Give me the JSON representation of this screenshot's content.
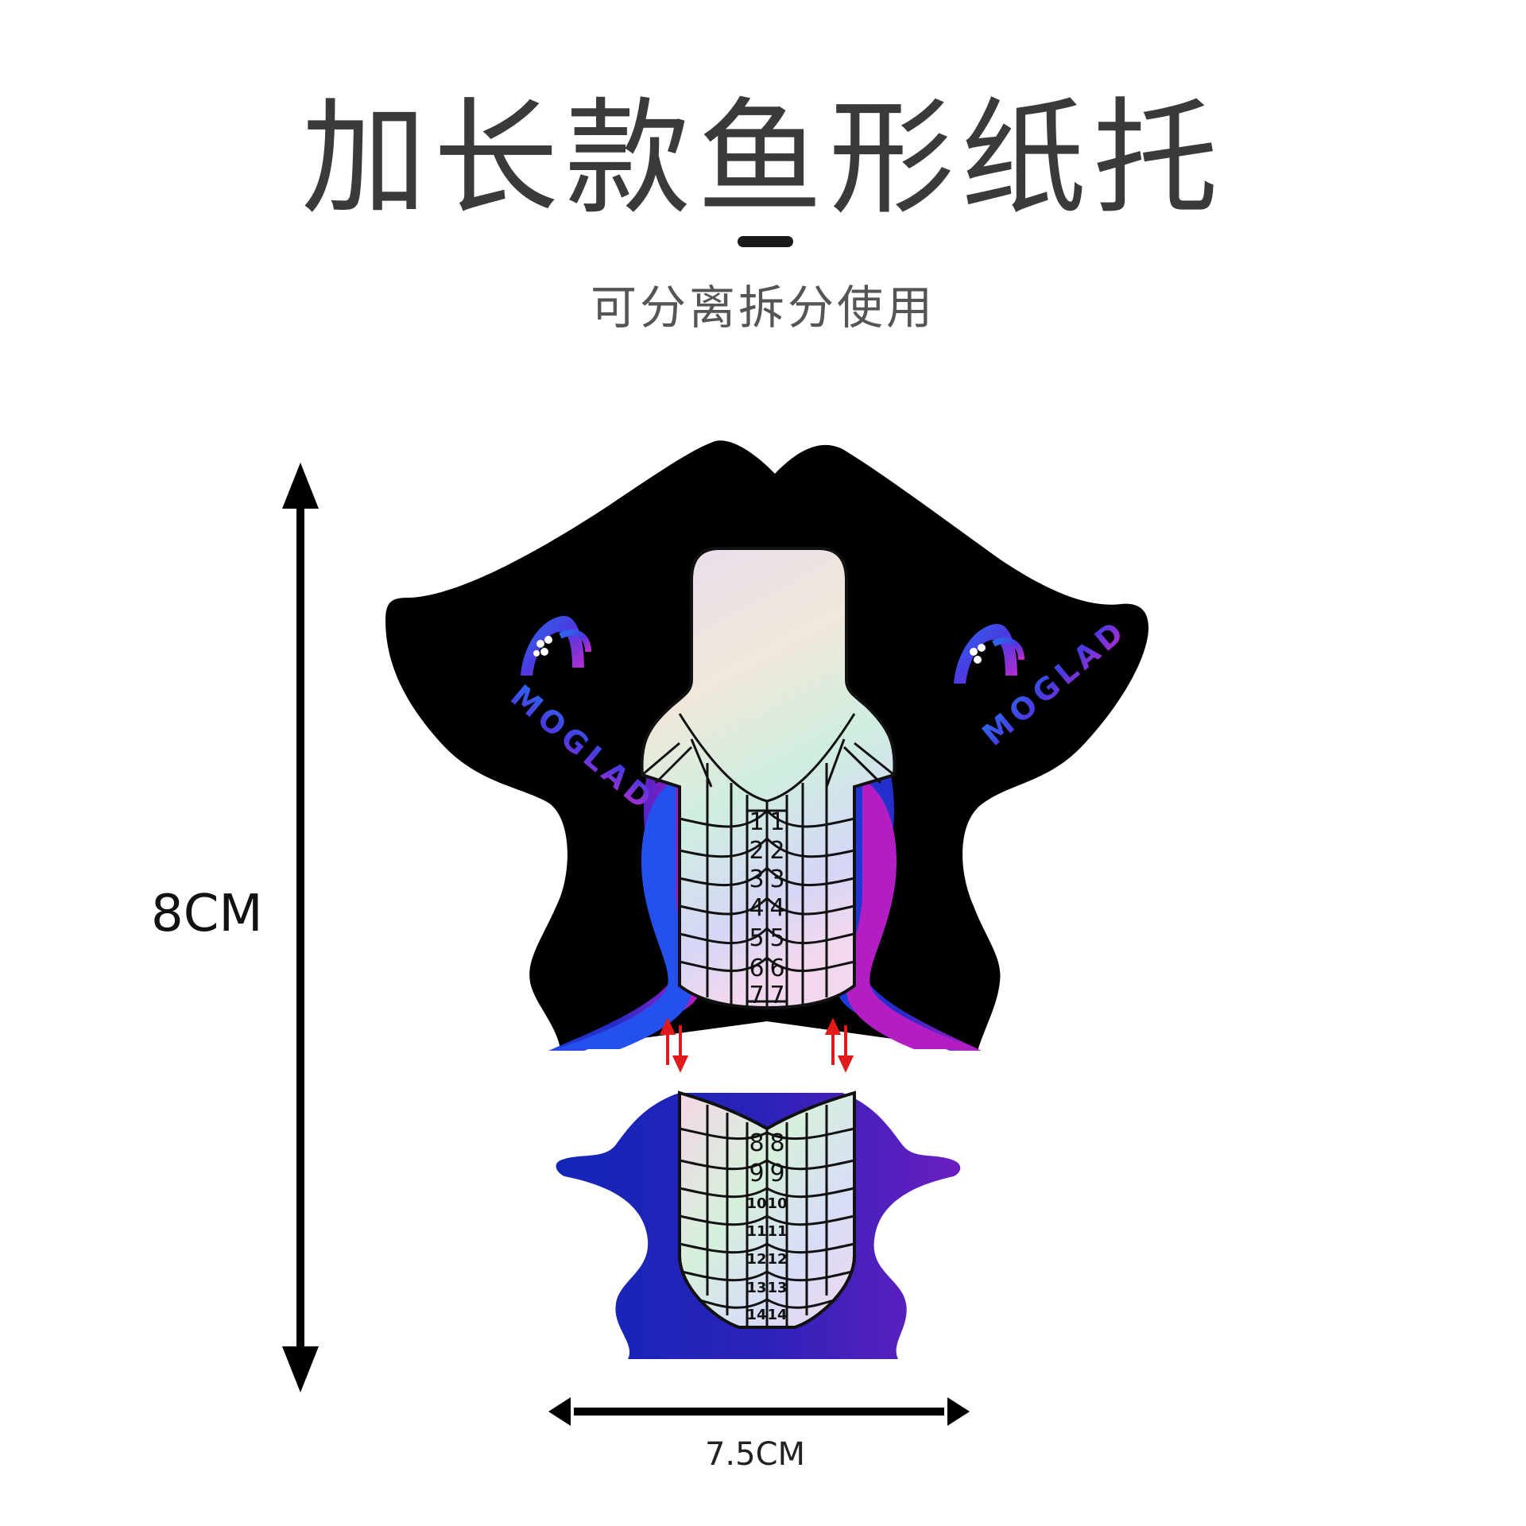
{
  "title": "加长款鱼形纸托",
  "subtitle": "可分离拆分使用",
  "brand": {
    "name": "MOGLAD"
  },
  "dimensions": {
    "height_label": "8CM",
    "width_label": "7.5CM"
  },
  "grid_numbers": {
    "top": [
      "1",
      "2",
      "3",
      "4",
      "5",
      "6",
      "7"
    ],
    "bottom": [
      "8",
      "9",
      "10",
      "11",
      "12",
      "13",
      "14"
    ]
  },
  "colors": {
    "title": "#3a3a3a",
    "form_black": "#000000",
    "gradient_blue": "#1f3fe0",
    "gradient_purple": "#8a1fd0",
    "gradient_magenta": "#c21fc0",
    "separate_arrow": "#e01a1a"
  },
  "icons": {
    "separate": "up-down-arrows-icon",
    "dimension": "double-arrow-icon",
    "logo": "moglad-logo-icon"
  }
}
